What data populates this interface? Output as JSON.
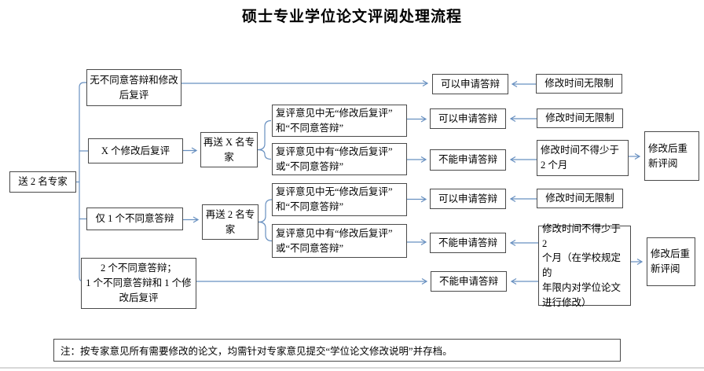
{
  "title": "硕士专业学位论文评阅处理流程",
  "nodes": {
    "start": "送 2 名专家",
    "no_objection": "无不同意答辩和修改\n后复评",
    "x_revise": "X 个修改后复评",
    "one_objection": "仅 1 个不同意答辩",
    "two_objection": "2 个不同意答辩；\n1 个不同意答辩和 1 个修\n改后复评",
    "resend_x": "再送 X 名专\n家",
    "resend_2": "再送 2 名专\n家",
    "time_min_2months": "修改时间不得少于\n2 个月",
    "time_min_2months_long": "修改时间不得少于 2\n个月（在学校规定的\n年限内对学位论文\n进行修改）"
  },
  "labels": {
    "can_defend": "可以申请答辩",
    "cannot_defend": "不能申请答辩",
    "no_time_limit": "修改时间无限制",
    "review_none": "复评意见中无“修改后复评”\n和“不同意答辩”",
    "review_has": "复评意见中有“修改后复评”\n或“不同意答辩”",
    "revise_rereview": "修改后重\n新评阅"
  },
  "note": "注：按专家意见所有需要修改的论文，均需针对专家意见提交“学位论文修改说明”并存档。",
  "colors": {
    "connector": "#6890c0",
    "box_border": "#4a4a4a"
  }
}
